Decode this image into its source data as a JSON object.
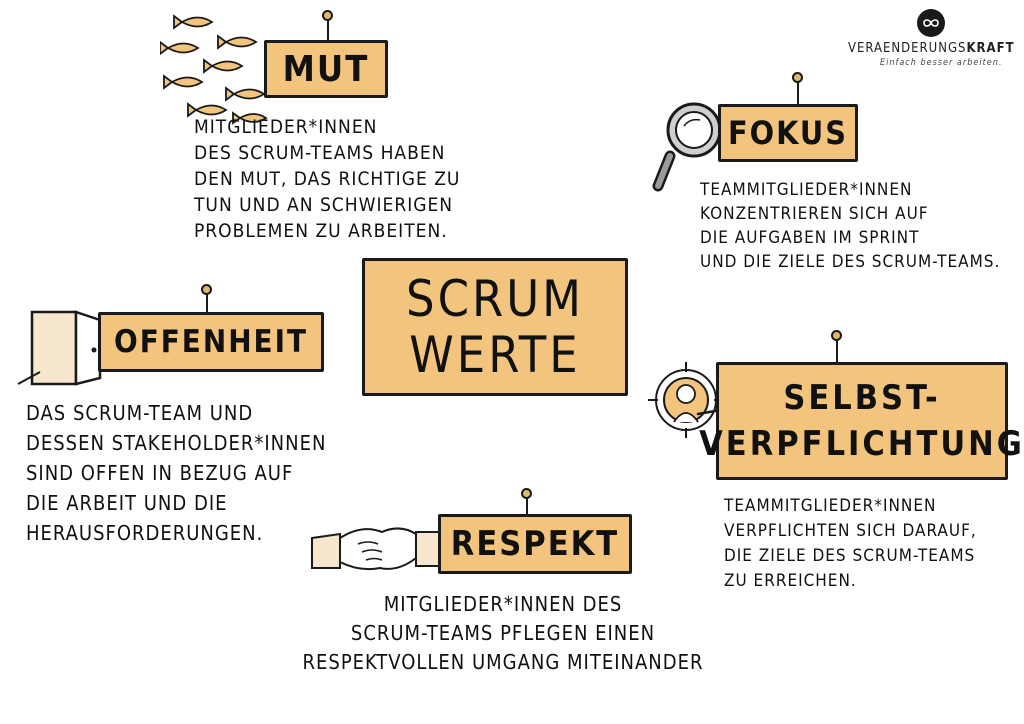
{
  "brand": {
    "name_regular": "VERAENDERUNGS",
    "name_bold": "KRAFT",
    "tagline": "Einfach besser arbeiten."
  },
  "center": {
    "line1": "SCRUM",
    "line2": "WERTE"
  },
  "values": {
    "mut": {
      "title": "MUT",
      "text": "MITGLIEDER*INNEN\nDES SCRUM-TEAMS HABEN\nDEN MUT, DAS RICHTIGE ZU\nTUN UND AN SCHWIERIGEN\nPROBLEMEN ZU ARBEITEN."
    },
    "fokus": {
      "title": "FOKUS",
      "text": "TEAMMITGLIEDER*INNEN\nKONZENTRIEREN SICH AUF\nDIE AUFGABEN IM SPRINT\nUND DIE ZIELE DES SCRUM-TEAMS."
    },
    "offenheit": {
      "title": "OFFENHEIT",
      "text": "DAS SCRUM-TEAM UND\nDESSEN STAKEHOLDER*INNEN\nSIND OFFEN IN BEZUG AUF\nDIE ARBEIT UND DIE\nHERAUSFORDERUNGEN."
    },
    "selbstverpflichtung": {
      "title_line1": "SELBST-",
      "title_line2": "VERPFLICHTUNG",
      "text": "TEAMMITGLIEDER*INNEN\nVERPFLICHTEN SICH DARAUF,\nDIE ZIELE DES SCRUM-TEAMS\nZU ERREICHEN."
    },
    "respekt": {
      "title": "RESPEKT",
      "text": "MITGLIEDER*INNEN DES\nSCRUM-TEAMS PFLEGEN EINEN\nRESPEKTVOLLEN UMGANG MITEINANDER"
    }
  },
  "colors": {
    "sign_fill": "#f2c47e",
    "ink": "#1a1a1a"
  },
  "icons": {
    "brand": "infinity-icon",
    "mut": "fish-swarm-icon",
    "fokus": "magnifying-glass-icon",
    "offenheit": "open-door-icon",
    "selbstverpflichtung": "target-person-icon",
    "respekt": "handshake-icon"
  }
}
